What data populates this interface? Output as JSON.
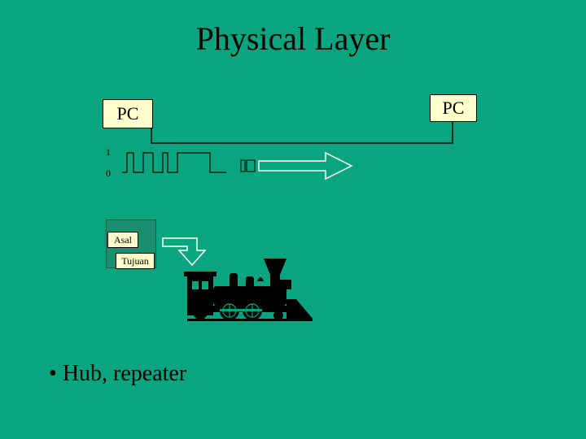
{
  "slide": {
    "title": "Physical Layer",
    "pc_left_label": "PC",
    "pc_right_label": "PC",
    "bit_one": "1",
    "bit_zero": "0",
    "source_label": "Asal",
    "destination_label": "Tujuan",
    "bullet_marker": "•",
    "bullet_text": "Hub, repeater"
  },
  "colors": {
    "background": "#0aa57f",
    "box_fill": "#ffffcc",
    "ink": "#000000"
  }
}
